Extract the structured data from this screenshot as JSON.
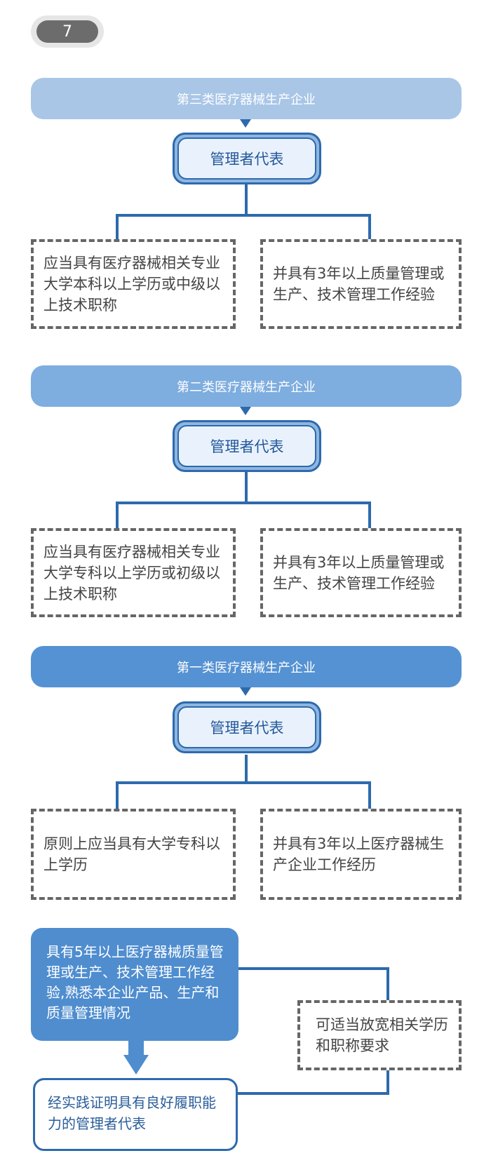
{
  "badge": {
    "number": "7"
  },
  "sections": [
    {
      "banner": "第三类医疗器械生产企业",
      "banner_color": "#a9c6e7",
      "role": "管理者代表",
      "left": "应当具有医疗器械相关专业大学本科以上学历或中级以上技术职称",
      "right": "并具有3年以上质量管理或生产、技术管理工作经验"
    },
    {
      "banner": "第二类医疗器械生产企业",
      "banner_color": "#7eaddf",
      "role": "管理者代表",
      "left": "应当具有医疗器械相关专业大学专科以上学历或初级以上技术职称",
      "right": "并具有3年以上质量管理或生产、技术管理工作经验"
    },
    {
      "banner": "第一类医疗器械生产企业",
      "banner_color": "#5592d3",
      "role": "管理者代表",
      "left": "原则上应当具有大学专科以上学历",
      "right": "并具有3年以上医疗器械生产企业工作经历"
    }
  ],
  "bottom": {
    "experience": "具有5年以上医疗器械质量管理或生产、技术管理工作经验,熟悉本企业产品、生产和质量管理情况",
    "relax": "可适当放宽相关学历和职称要求",
    "proven": "经实践证明具有良好履职能力的管理者代表"
  }
}
